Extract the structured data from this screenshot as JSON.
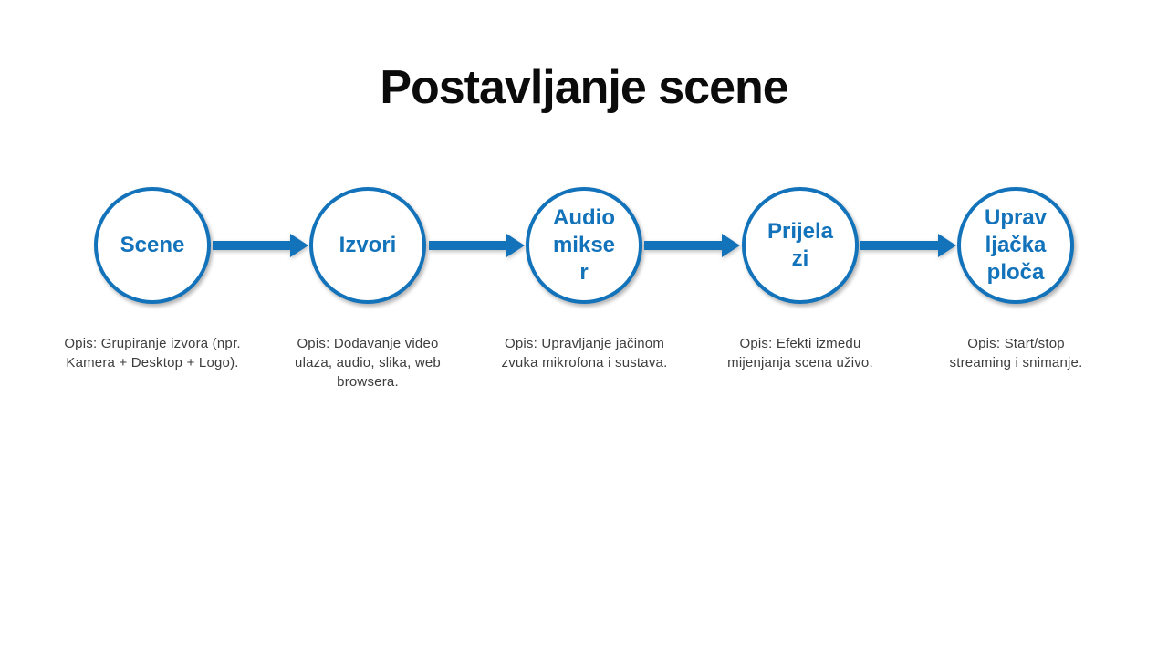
{
  "title": "Postavljanje scene",
  "colors": {
    "accent": "#1272BA",
    "text_dark": "#3D3D3D",
    "title_color": "#0B0B0B"
  },
  "steps": [
    {
      "label": "Scene",
      "label_lines": [
        "Scene"
      ],
      "description": "Opis: Grupiranje izvora (npr. Kamera + Desktop + Logo)."
    },
    {
      "label": "Izvori",
      "label_lines": [
        "Izvori"
      ],
      "description": "Opis: Dodavanje video ulaza, audio, slika, web browsera."
    },
    {
      "label": "Audio mikser",
      "label_lines": [
        "Audio",
        "mikse",
        "r"
      ],
      "description": "Opis: Upravljanje jačinom zvuka mikrofona i sustava."
    },
    {
      "label": "Prijelazi",
      "label_lines": [
        "Prijela",
        "zi"
      ],
      "description": "Opis: Efekti između mijenjanja scena uživo."
    },
    {
      "label": "Upravljačka ploča",
      "label_lines": [
        "Uprav",
        "ljačka",
        "ploča"
      ],
      "description": "Opis: Start/stop streaming i snimanje."
    }
  ]
}
